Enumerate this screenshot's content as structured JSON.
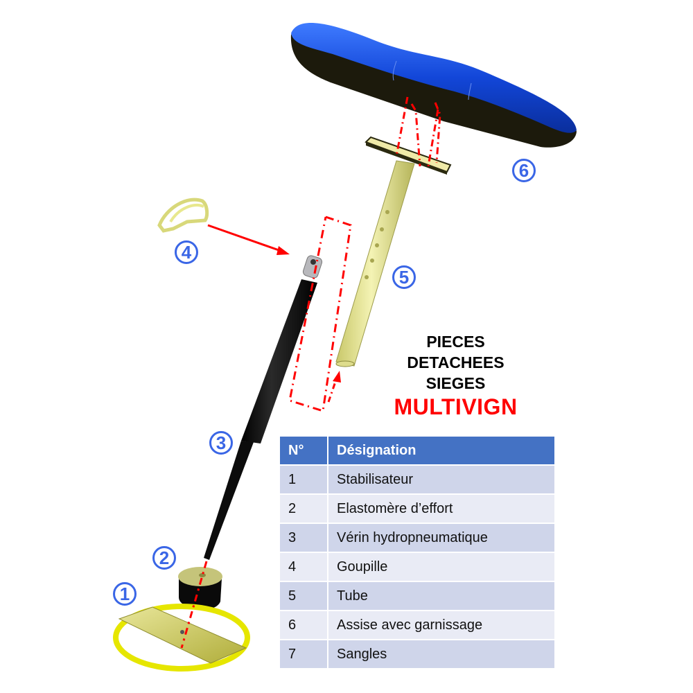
{
  "title": {
    "line1": "PIECES",
    "line2": "DETACHEES",
    "line3": "SIEGES",
    "brand": "MULTIVIGN"
  },
  "callouts": [
    {
      "number": "1",
      "part": "Stabilisateur"
    },
    {
      "number": "2",
      "part": "Elastomère d’effort"
    },
    {
      "number": "3",
      "part": "Vérin hydropneumatique"
    },
    {
      "number": "4",
      "part": "Goupille"
    },
    {
      "number": "5",
      "part": "Tube"
    },
    {
      "number": "6",
      "part": "Assise avec garnissage"
    }
  ],
  "table": {
    "headers": {
      "number": "N°",
      "designation": "Désignation"
    },
    "rows": [
      {
        "number": "1",
        "designation": "Stabilisateur"
      },
      {
        "number": "2",
        "designation": "Elastomère d’effort"
      },
      {
        "number": "3",
        "designation": "Vérin hydropneumatique"
      },
      {
        "number": "4",
        "designation": "Goupille"
      },
      {
        "number": "5",
        "designation": "Tube"
      },
      {
        "number": "6",
        "designation": "Assise avec garnissage"
      },
      {
        "number": "7",
        "designation": "Sangles"
      }
    ]
  },
  "colors": {
    "callout": "#3a66e6",
    "brand": "#ff0000",
    "table_header": "#4472c4",
    "row_dark": "#cfd5ea",
    "row_light": "#e9ebf5",
    "seat_blue": "#1a4fd6",
    "part_yellow": "#e6e68c",
    "leader_red": "#ff0000"
  }
}
